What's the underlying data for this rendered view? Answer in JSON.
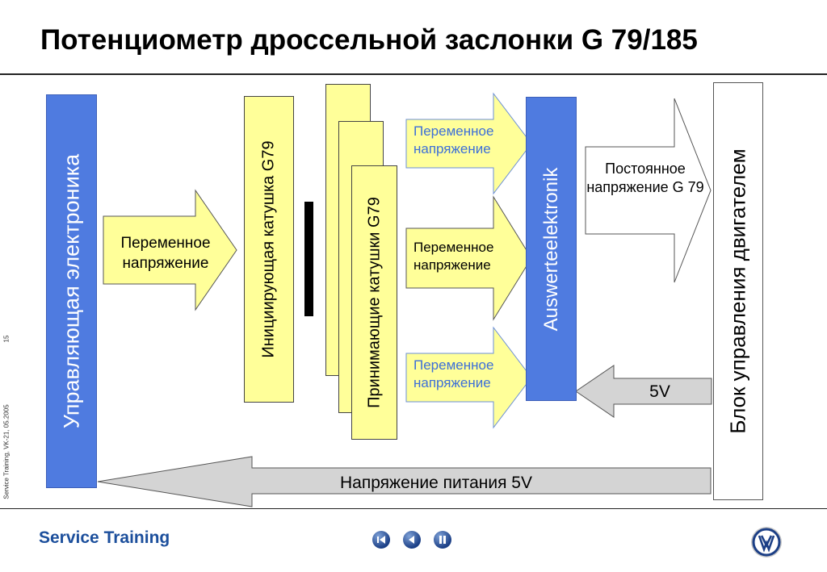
{
  "slide": {
    "title": "Потенциометр дроссельной заслонки G 79/185",
    "side_page": "15",
    "side_note": "Service Training, VK-21, 05.2005",
    "footer": "Service Training"
  },
  "diagram": {
    "control_unit": "Управляющая электроника",
    "excitation_coil": "Инициирующая катушка G79",
    "receiver_coils": "Принимающие катушки G79",
    "evaluation": "Auswerteelektronik",
    "ecu": "Блок управления двигателем",
    "arrow_ac_input": "Переменное напряжение",
    "arrow_ac_top": "Переменное напряжение",
    "arrow_ac_mid": "Переменное напряжение",
    "arrow_ac_bot": "Переменное напряжение",
    "arrow_dc": "Постоянное напряжение G 79",
    "arrow_5v": "5V",
    "arrow_supply": "Напряжение питания 5V"
  },
  "nav": {
    "first": "first-slide-icon",
    "prev": "previous-slide-icon",
    "pause": "pause-icon"
  },
  "colors": {
    "blue_box": "#4f7be0",
    "yellow": "#ffff99",
    "gray_arrow": "#d4d4d4",
    "brand_blue": "#1c4f9c"
  }
}
